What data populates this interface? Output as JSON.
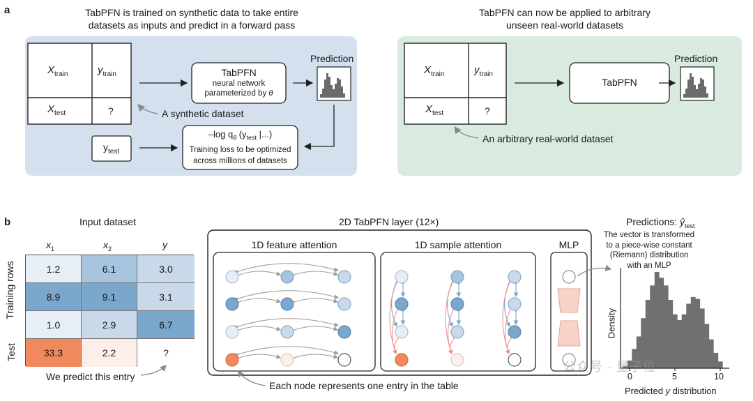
{
  "panel_a": {
    "label": "a",
    "left": {
      "caption_line1": "TabPFN is trained on synthetic data to take entire",
      "caption_line2": "datasets as inputs and predict in a forward pass",
      "x_train": "X",
      "x_train_sub": "train",
      "y_train": "y",
      "y_train_sub": "train",
      "x_test": "X",
      "x_test_sub": "test",
      "q": "?",
      "model_title": "TabPFN",
      "model_line1": "neural network",
      "model_line2": "parameterized by",
      "theta": "θ",
      "prediction": "Prediction",
      "synthetic": "A synthetic dataset",
      "y_test": "y",
      "y_test_sub": "test",
      "loss_pre": "–log q",
      "loss_theta": "θ",
      "loss_mid": " (y",
      "loss_sub": "test",
      "loss_post": " |...)",
      "loss_line1": "Training loss to be optimized",
      "loss_line2": "across millions of datasets",
      "bg": "#d4e0ee"
    },
    "right": {
      "caption_line1": "TabPFN can now be applied to arbitrary",
      "caption_line2": "unseen real-world datasets",
      "x_train": "X",
      "x_train_sub": "train",
      "y_train": "y",
      "y_train_sub": "train",
      "x_test": "X",
      "x_test_sub": "test",
      "q": "?",
      "model": "TabPFN",
      "prediction": "Prediction",
      "dataset": "An arbitrary real-world dataset",
      "bg": "#d9eadf"
    }
  },
  "panel_b": {
    "label": "b",
    "input": {
      "title": "Input dataset",
      "headers": [
        "x",
        "x",
        "y"
      ],
      "header_subs": [
        "1",
        "2",
        ""
      ],
      "rows": [
        [
          "1.2",
          "6.1",
          "3.0"
        ],
        [
          "8.9",
          "9.1",
          "3.1"
        ],
        [
          "1.0",
          "2.9",
          "6.7"
        ],
        [
          "33.3",
          "2.2",
          "?"
        ]
      ],
      "colors": [
        [
          "#e8eef6",
          "#a6c4de",
          "#c9d9ea"
        ],
        [
          "#7ba7cc",
          "#7ba7cc",
          "#c9d9ea"
        ],
        [
          "#e8eef6",
          "#c9d9ea",
          "#7ba7cc"
        ],
        [
          "#f08a5d",
          "#fcefeb",
          "#ffffff"
        ]
      ],
      "training_rows": "Training rows",
      "test": "Test",
      "predict_note": "We predict this entry"
    },
    "layer": {
      "title": "2D TabPFN layer (12×)",
      "feature_attention": "1D feature attention",
      "sample_attention": "1D sample attention",
      "mlp": "MLP",
      "node_note": "Each node represents one entry in the table"
    },
    "predictions": {
      "title_pre": "Predictions: ",
      "title_y": "ŷ",
      "title_sub": "test",
      "note_line1": "The vector is transformed",
      "note_line2": "to a piece-wise constant",
      "note_line3": "(Riemann) distribution",
      "note_line4": "with an MLP",
      "ylabel": "Density",
      "xlabel_pre": "Predicted ",
      "xlabel_y": "y",
      "xlabel_post": " distribution",
      "ticks": [
        "0",
        "5",
        "10"
      ]
    },
    "watermark": "公众号 · 量子位"
  },
  "chart_data": {
    "type": "bar",
    "title": "Predictions: ŷ test",
    "xlabel": "Predicted y distribution",
    "ylabel": "Density",
    "x": [
      -0.5,
      0,
      0.5,
      1,
      1.5,
      2,
      2.5,
      3,
      3.5,
      4,
      4.5,
      5,
      5.5,
      6,
      6.5,
      7,
      7.5,
      8,
      8.5,
      9,
      9.5,
      10
    ],
    "values": [
      0.02,
      0.08,
      0.2,
      0.33,
      0.52,
      0.71,
      0.86,
      1.0,
      0.94,
      0.86,
      0.71,
      0.56,
      0.5,
      0.56,
      0.67,
      0.74,
      0.72,
      0.62,
      0.46,
      0.3,
      0.16,
      0.07
    ],
    "xlim": [
      -1,
      11
    ],
    "xticks": [
      0,
      5,
      10
    ],
    "grid": false
  }
}
